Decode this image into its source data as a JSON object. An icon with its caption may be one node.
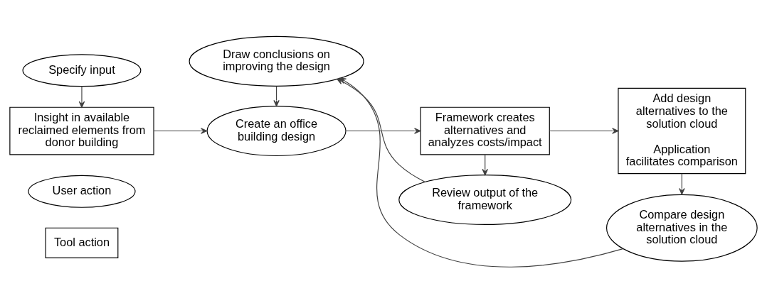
{
  "diagram": {
    "nodes": [
      {
        "text": [
          "Specify input"
        ]
      },
      {
        "text": [
          "Insight in available reclaimed elements from donor building"
        ]
      },
      {
        "text": [
          "Create an office building design"
        ]
      },
      {
        "text": [
          "Framework creates alternatives and analyzes costs/impact"
        ]
      },
      {
        "text": [
          "Add design alternatives to the solution cloud",
          "Application facilitates comparison"
        ]
      },
      {
        "text": [
          "Review output of the framework"
        ]
      },
      {
        "text": [
          "Draw conclusions on improving the design"
        ]
      },
      {
        "text": [
          "Compare design alternatives in the solution cloud"
        ]
      },
      {
        "text": [
          "User action"
        ]
      },
      {
        "text": [
          "Tool action"
        ]
      }
    ],
    "edges": [
      {
        "from": 0,
        "to": 1,
        "arrow": "to"
      },
      {
        "from": 1,
        "to": 2,
        "arrow": "to"
      },
      {
        "from": 2,
        "to": 3,
        "arrow": "to"
      },
      {
        "from": 3,
        "to": 4,
        "arrow": "to"
      },
      {
        "from": 3,
        "to": 5,
        "arrow": "to"
      },
      {
        "from": 4,
        "to": 7,
        "arrow": "to"
      },
      {
        "from": 5,
        "to": 6,
        "arrow": "to"
      },
      {
        "from": 6,
        "to": 2,
        "arrow": "to"
      },
      {
        "from": 7,
        "to": 6,
        "arrow": "to"
      }
    ]
  }
}
